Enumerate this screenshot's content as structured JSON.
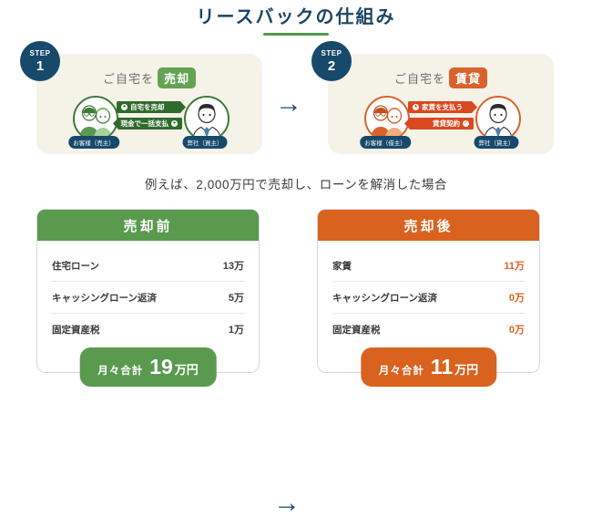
{
  "title": "リースバックの仕組み",
  "steps": [
    {
      "badge_word": "STEP",
      "badge_num": "1",
      "head_prefix": "ご自宅を",
      "head_tag": "売却",
      "seller_label": "お客様（売主）",
      "buyer_label": "弊社（買主）",
      "flow_top": "自宅を売却",
      "flow_bottom": "現金で一括支払",
      "marker_top": "●",
      "marker_bottom": "●",
      "accent": "#2f6b2c"
    },
    {
      "badge_word": "STEP",
      "badge_num": "2",
      "head_prefix": "ご自宅を",
      "head_tag": "賃貸",
      "seller_label": "お客様（借主）",
      "buyer_label": "弊社（貸主）",
      "flow_top": "家賃を支払う",
      "flow_bottom": "賃貸契約",
      "marker_top": "●",
      "marker_bottom": "✓",
      "accent": "#d9481f"
    }
  ],
  "arrow_glyph": "→",
  "caption": "例えば、2,000万円で売却し、ローンを解消した場合",
  "cards": [
    {
      "heading": "売却前",
      "accent": "#5a9a4f",
      "rows": [
        {
          "label": "住宅ローン",
          "value": "13万"
        },
        {
          "label": "キャッシングローン返済",
          "value": "5万"
        },
        {
          "label": "固定資産税",
          "value": "1万"
        }
      ],
      "total_label": "月々合計",
      "total_number": "19",
      "total_unit": "万円"
    },
    {
      "heading": "売却後",
      "accent": "#d9621f",
      "rows": [
        {
          "label": "家賃",
          "value": "11万"
        },
        {
          "label": "キャッシングローン返済",
          "value": "0万"
        },
        {
          "label": "固定資産税",
          "value": "0万"
        }
      ],
      "total_label": "月々合計",
      "total_number": "11",
      "total_unit": "万円"
    }
  ]
}
